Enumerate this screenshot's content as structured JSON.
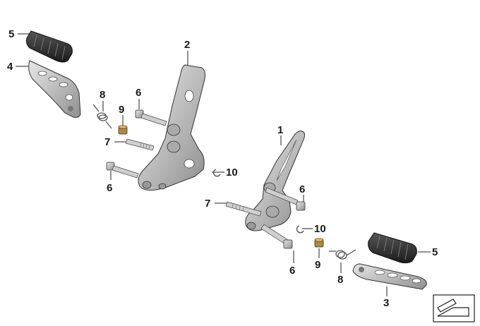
{
  "parts": [
    {
      "id": "part-1",
      "number": "1",
      "name": "right-footrest-bracket"
    },
    {
      "id": "part-2",
      "number": "2",
      "name": "left-footrest-bracket"
    },
    {
      "id": "part-3",
      "number": "3",
      "name": "right-footrest-body"
    },
    {
      "id": "part-4",
      "number": "4",
      "name": "left-footrest-body"
    },
    {
      "id": "part-5a",
      "number": "5",
      "name": "left-footrest-rubber"
    },
    {
      "id": "part-5b",
      "number": "5",
      "name": "right-footrest-rubber"
    },
    {
      "id": "part-6a",
      "number": "6",
      "name": "bolt-upper-left"
    },
    {
      "id": "part-6b",
      "number": "6",
      "name": "bolt-lower-left"
    },
    {
      "id": "part-6c",
      "number": "6",
      "name": "bolt-upper-right"
    },
    {
      "id": "part-6d",
      "number": "6",
      "name": "bolt-lower-right"
    },
    {
      "id": "part-7a",
      "number": "7",
      "name": "pin-left"
    },
    {
      "id": "part-7b",
      "number": "7",
      "name": "pin-right"
    },
    {
      "id": "part-8a",
      "number": "8",
      "name": "spring-left"
    },
    {
      "id": "part-8b",
      "number": "8",
      "name": "spring-right"
    },
    {
      "id": "part-9a",
      "number": "9",
      "name": "bushing-left"
    },
    {
      "id": "part-9b",
      "number": "9",
      "name": "bushing-right"
    },
    {
      "id": "part-10a",
      "number": "10",
      "name": "circlip-left"
    },
    {
      "id": "part-10b",
      "number": "10",
      "name": "circlip-right"
    }
  ],
  "colors": {
    "metal": "#c9c9c9",
    "metal_dark": "#8a8a8a",
    "rubber": "#3a3a3a",
    "line": "#222222"
  }
}
